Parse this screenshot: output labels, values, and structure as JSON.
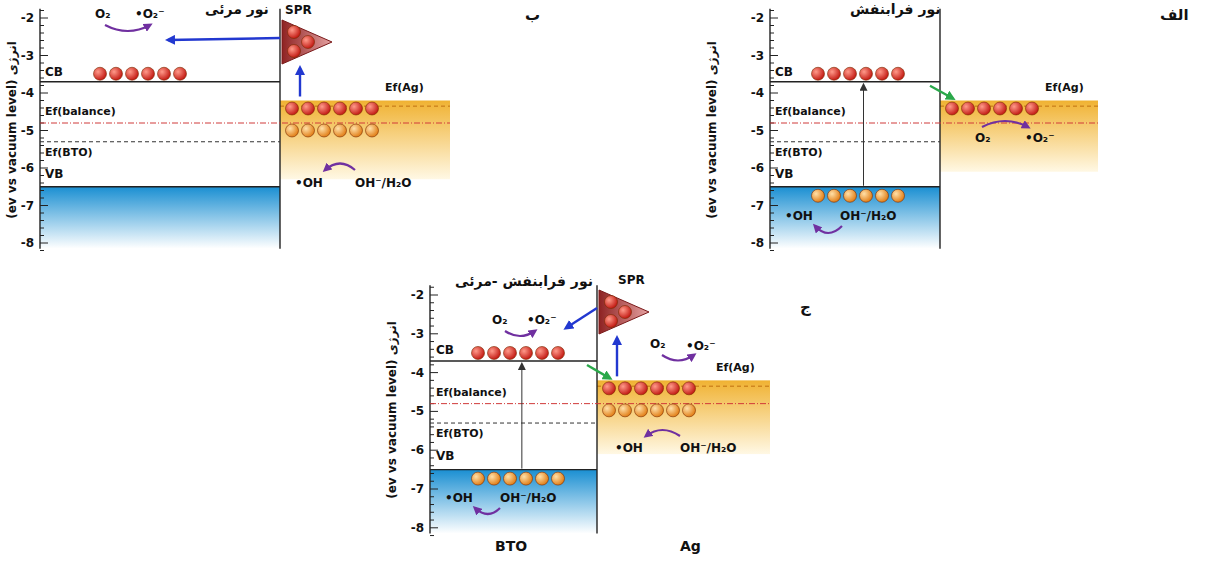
{
  "diagram": {
    "labels": [
      "الف",
      "نور فرابنفش",
      "انرژی (ev vs vacuum level)",
      "-2",
      "-3",
      "-4",
      "-5",
      "-6",
      "-7",
      "-8",
      "CB",
      "Ef(balance)",
      "Ef(BTO)",
      "VB",
      "Ef(Ag)",
      "O₂",
      "•O₂⁻",
      "•OH",
      "OH⁻/H₂O",
      "ب",
      "نور مرئی",
      "انرژی (ev vs vacuum level)",
      "-2",
      "-3",
      "-4",
      "-5",
      "-6",
      "-7",
      "-8",
      "SPR",
      "O₂",
      "•O₂⁻",
      "CB",
      "Ef(balance)",
      "Ef(BTO)",
      "VB",
      "Ef(Ag)",
      "•OH",
      "OH⁻/H₂O",
      "ج",
      "نور فرابنفش -مرئی",
      "انرژی (ev vs vacuum level)",
      "-2",
      "-3",
      "-4",
      "-5",
      "-6",
      "-7",
      "-8",
      "SPR",
      "O₂",
      "•O₂⁻",
      "CB",
      "O₂",
      "•O₂⁻",
      "Ef(Ag)",
      "Ef(balance)",
      "Ef(BTO)",
      "VB",
      "•OH",
      "OH⁻/H₂O",
      "•OH",
      "OH⁻/H₂O",
      "BTO",
      "Ag"
    ]
  }
}
